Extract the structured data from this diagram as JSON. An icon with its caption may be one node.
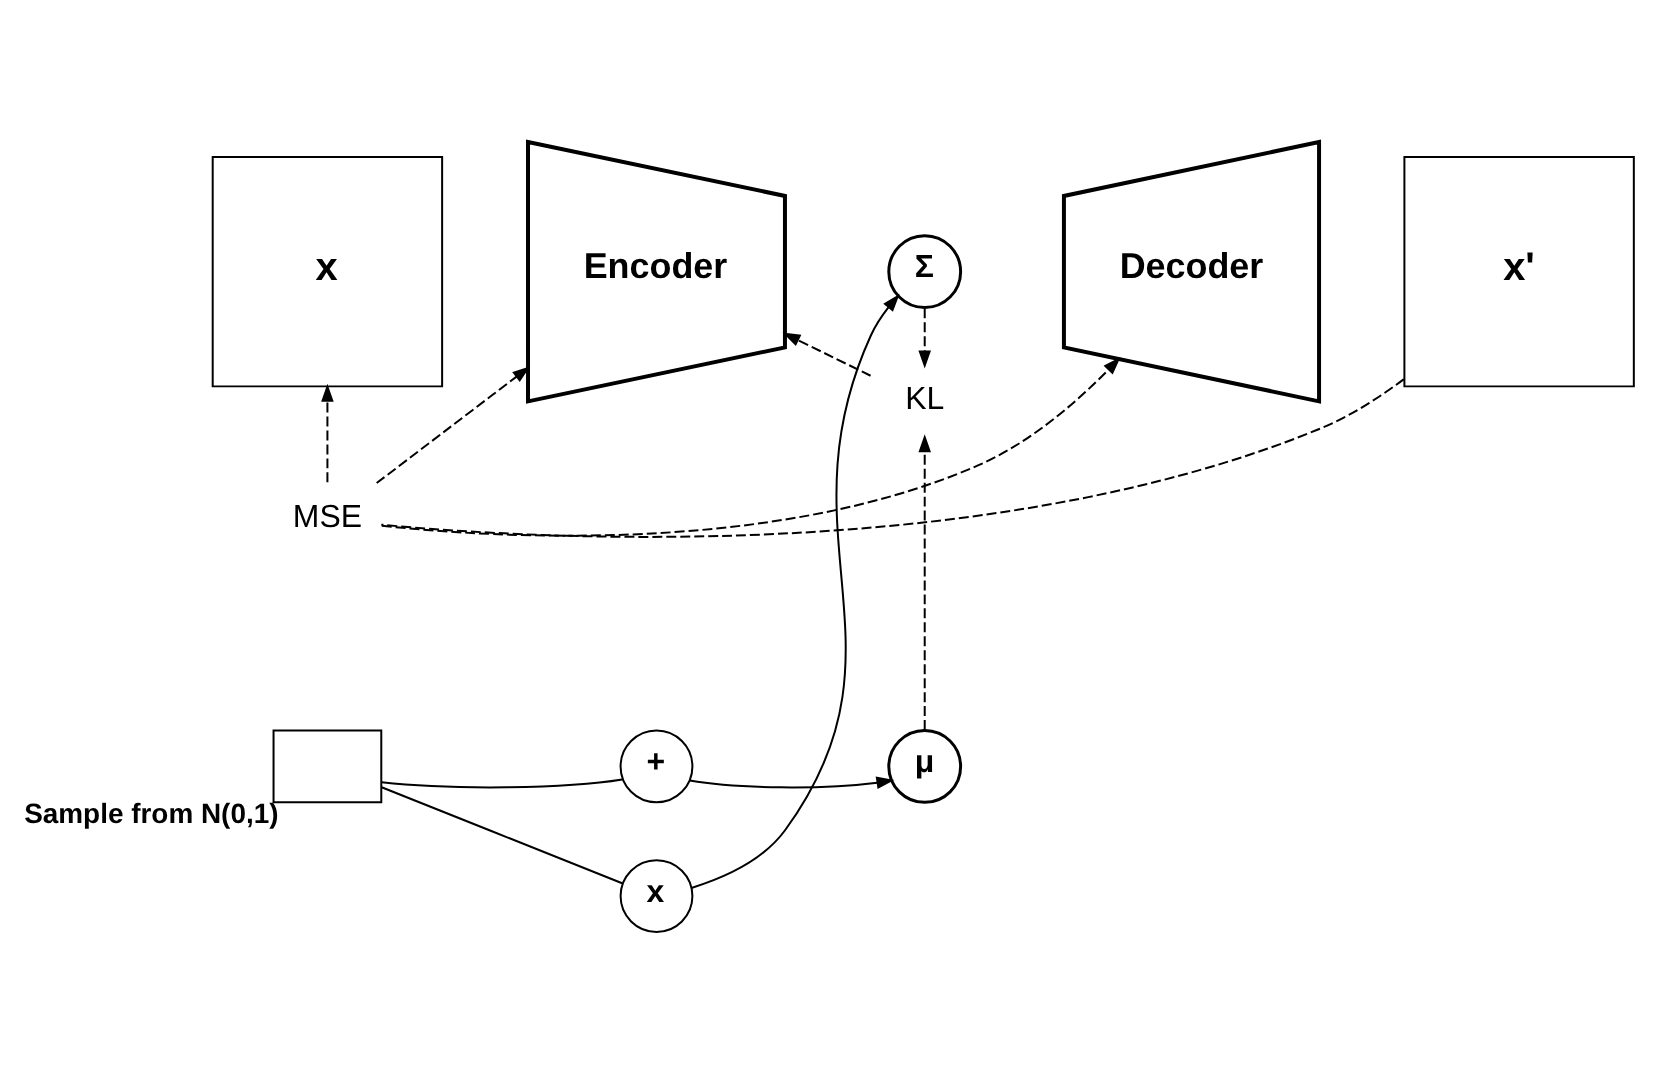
{
  "diagram": {
    "nodes": [
      {
        "text": [
          "x"
        ]
      },
      {
        "text": [
          "Encoder"
        ]
      },
      {
        "text": [
          "Σ"
        ]
      },
      {
        "text": [
          "μ"
        ]
      },
      {
        "text": [
          "Decoder"
        ]
      },
      {
        "text": [
          "x'"
        ]
      },
      {
        "text": [
          "+"
        ]
      },
      {
        "text": [
          "x"
        ]
      },
      {
        "text": [],
        "shape": "box",
        "beside": [
          "Sample from N(0,1)"
        ]
      },
      {
        "text": [
          "MSE"
        ]
      },
      {
        "text": [
          "KL"
        ]
      }
    ],
    "edges": [
      {
        "from": 5,
        "to": 9,
        "arrow": "none",
        "style": "dashed"
      },
      {
        "from": 9,
        "to": 0,
        "arrow": "to",
        "style": "dashed"
      },
      {
        "from": 9,
        "to": 1,
        "arrow": "to",
        "style": "dashed"
      },
      {
        "from": 9,
        "to": 4,
        "arrow": "to",
        "style": "dashed"
      },
      {
        "from": 2,
        "to": 10,
        "arrow": "to",
        "style": "dashed"
      },
      {
        "from": 3,
        "to": 10,
        "arrow": "to",
        "style": "dashed"
      },
      {
        "from": 10,
        "to": 1,
        "arrow": "to",
        "style": "dashed"
      },
      {
        "from": 6,
        "to": 3,
        "arrow": "to"
      },
      {
        "from": 7,
        "to": 2,
        "arrow": "to"
      },
      {
        "from": 8,
        "to": 6,
        "arrow": "none"
      },
      {
        "from": 8,
        "to": 7,
        "arrow": "none"
      }
    ]
  }
}
